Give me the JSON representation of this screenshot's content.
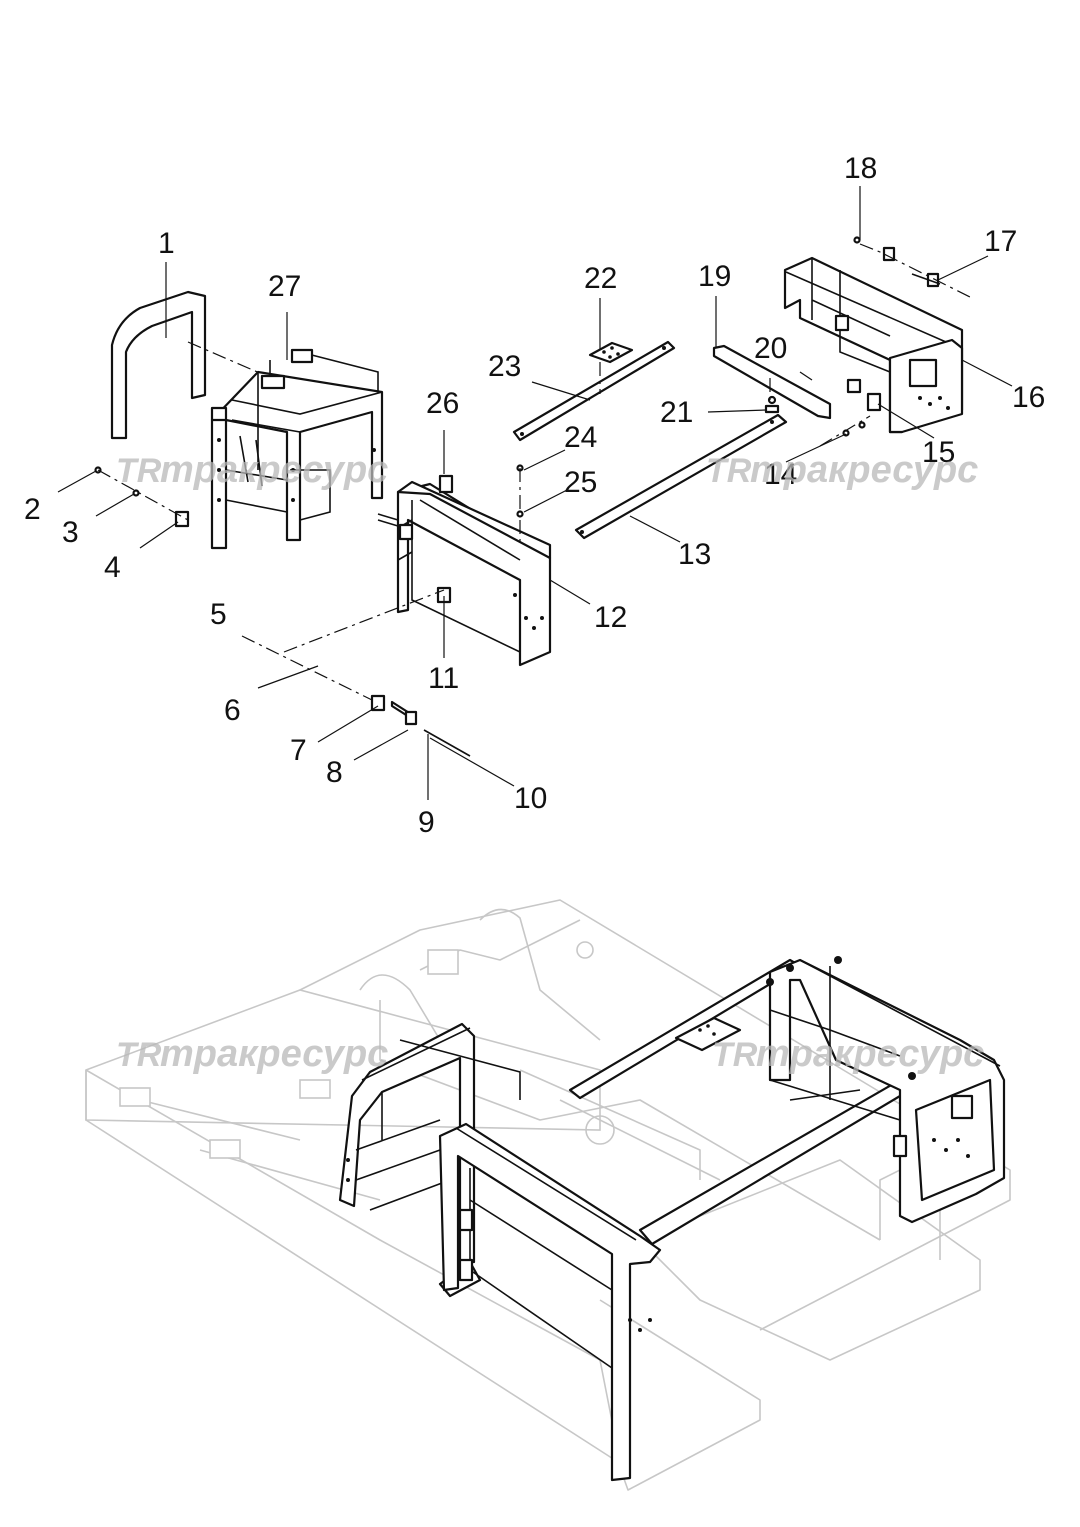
{
  "watermark": {
    "logo": "TR",
    "text": "тракресурс"
  },
  "callouts": [
    "1",
    "2",
    "3",
    "4",
    "5",
    "6",
    "7",
    "8",
    "9",
    "10",
    "11",
    "12",
    "13",
    "14",
    "15",
    "16",
    "17",
    "18",
    "19",
    "20",
    "21",
    "22",
    "23",
    "24",
    "25",
    "26",
    "27"
  ]
}
